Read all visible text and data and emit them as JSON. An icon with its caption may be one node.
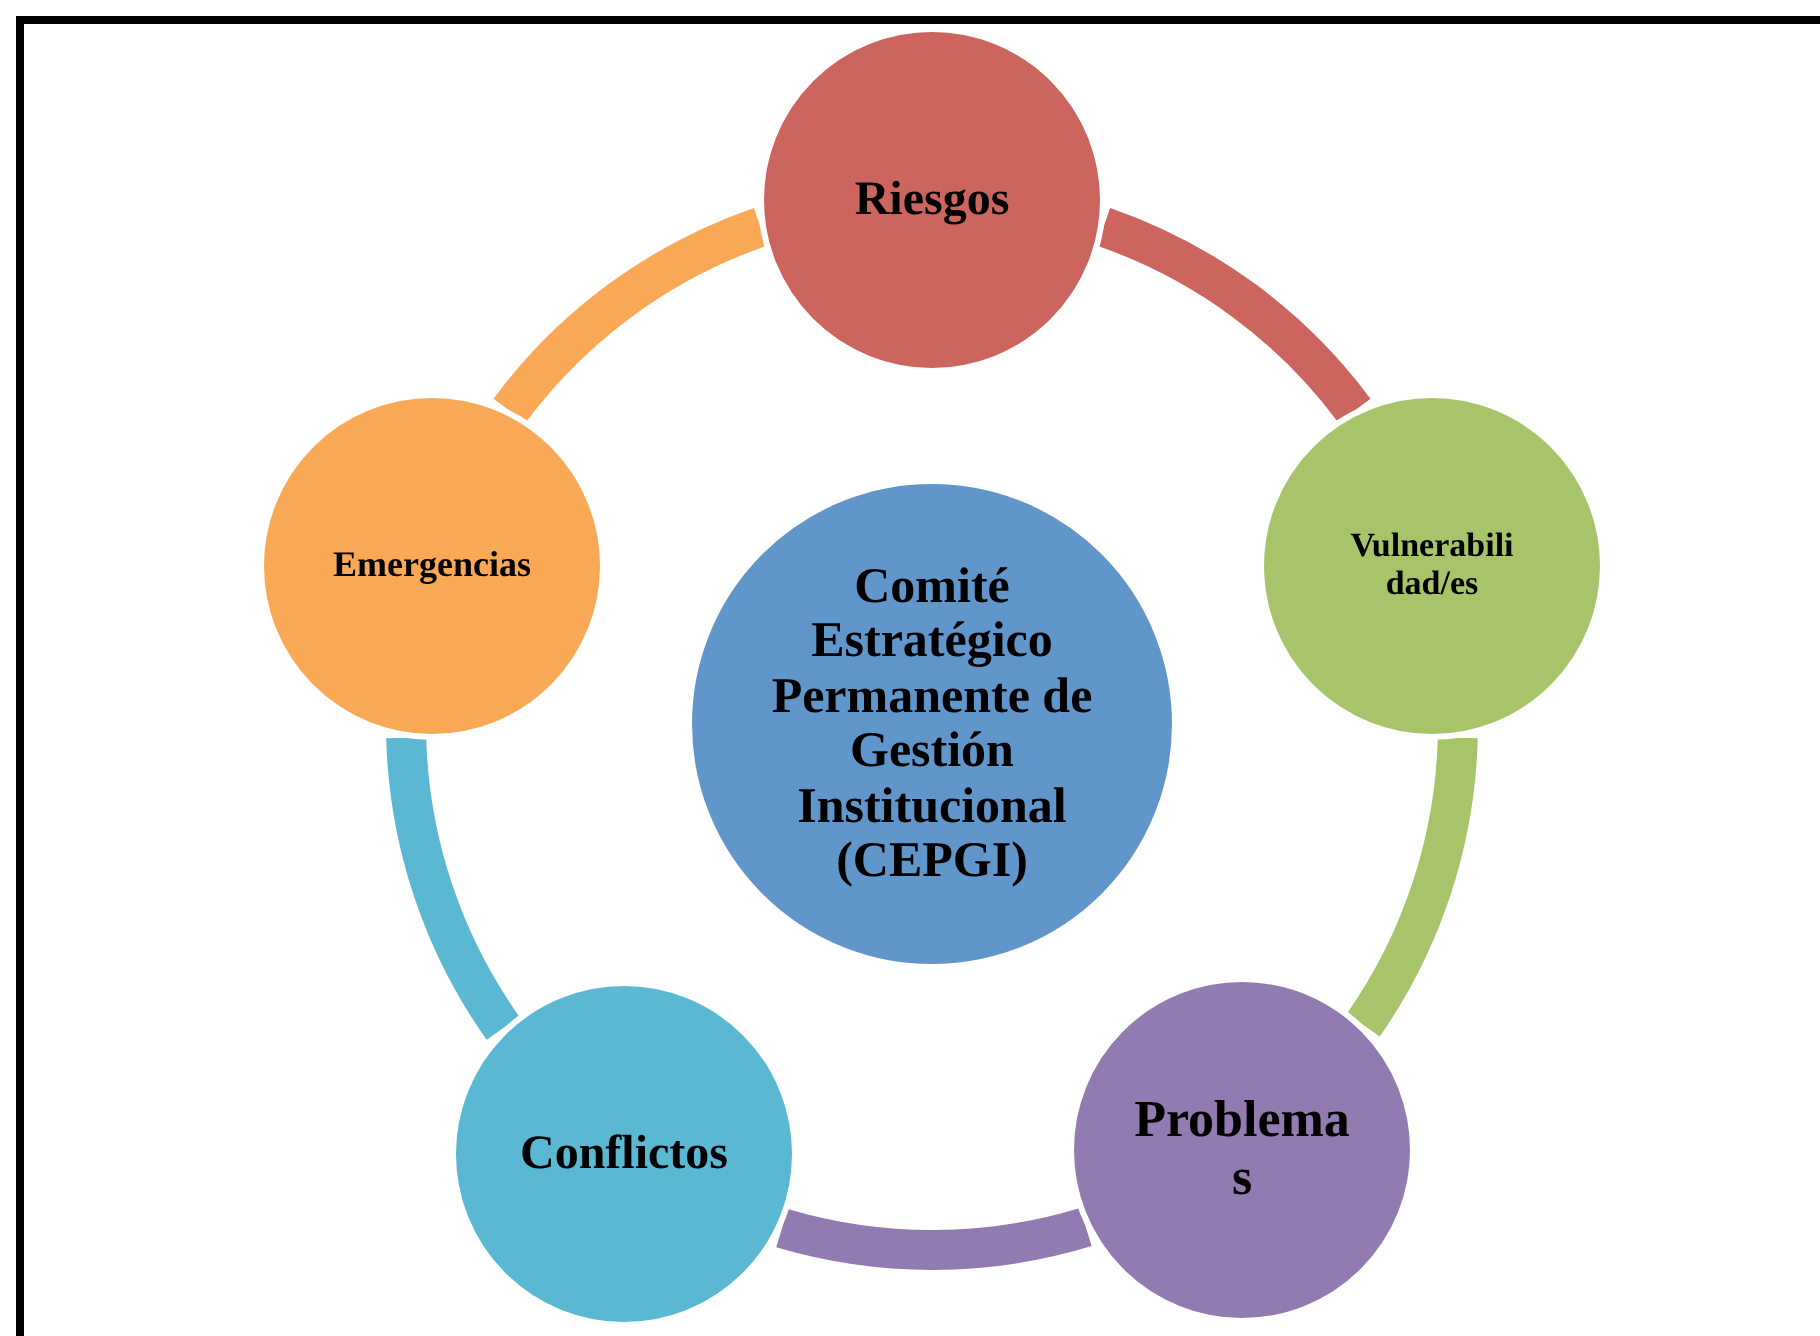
{
  "diagram": {
    "nodes": [
      {
        "text": [
          "Riesgos"
        ]
      },
      {
        "text": [
          "Vulnerabili dad/es"
        ]
      },
      {
        "text": [
          "Problema s"
        ]
      },
      {
        "text": [
          "Conflictos"
        ]
      },
      {
        "text": [
          "Emergencias"
        ]
      },
      {
        "text": [
          "Comité Estratégico Permanente de Gestión Institucional (CEPGI)"
        ]
      }
    ],
    "edges": [
      {
        "from": 0,
        "to": 1,
        "arrow": "none",
        "color": "#cc655e"
      },
      {
        "from": 1,
        "to": 2,
        "arrow": "none",
        "color": "#a8c46b"
      },
      {
        "from": 2,
        "to": 3,
        "arrow": "none",
        "color": "#927bb0"
      },
      {
        "from": 3,
        "to": 4,
        "arrow": "none",
        "color": "#5ab8d2"
      },
      {
        "from": 4,
        "to": 0,
        "arrow": "none",
        "color": "#f9a856"
      }
    ]
  }
}
